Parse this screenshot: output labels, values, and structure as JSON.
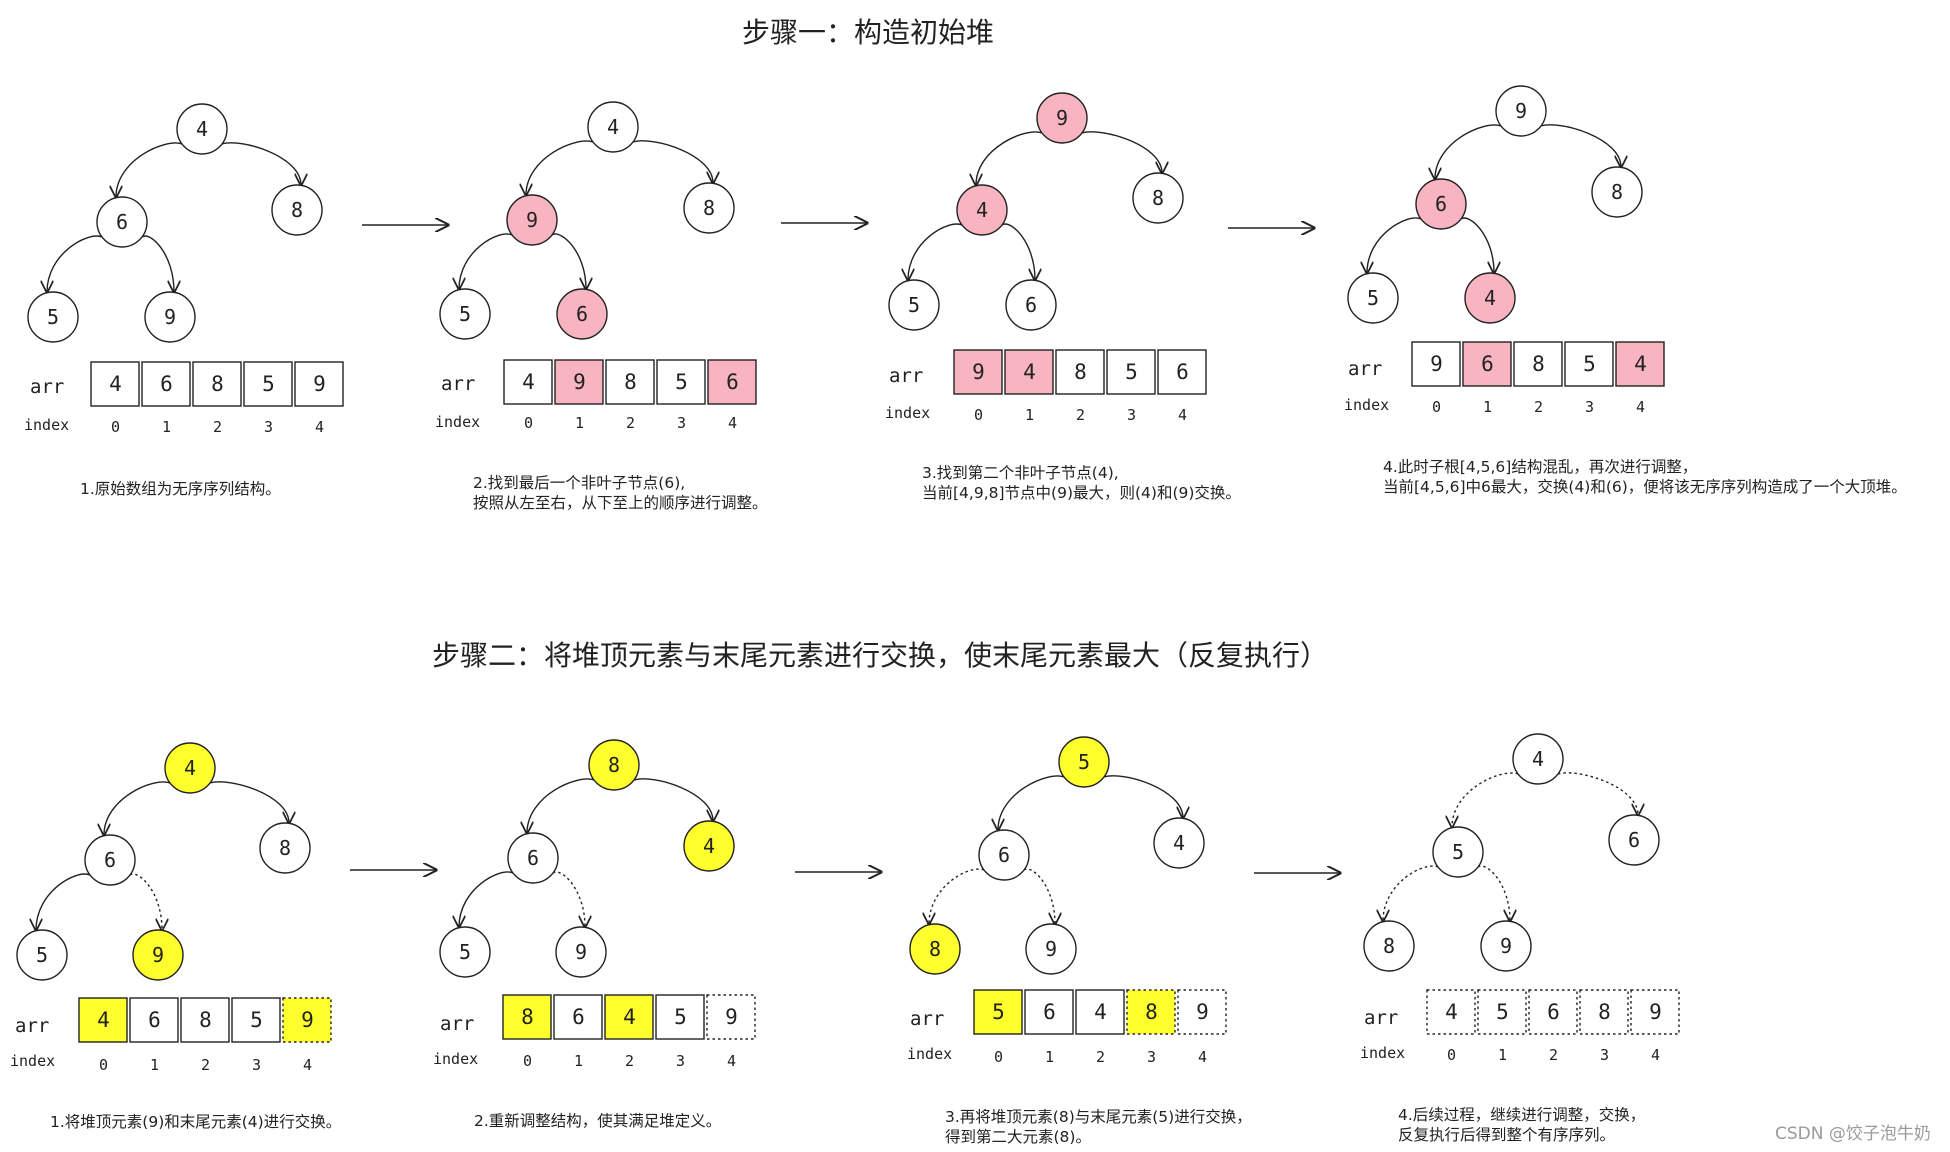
{
  "titles": [
    "步骤一：构造初始堆",
    "步骤二：将堆顶元素与末尾元素进行交换，使末尾元素最大（反复执行）"
  ],
  "labels": {
    "arr": "arr",
    "index": "index"
  },
  "indices": [
    "0",
    "1",
    "2",
    "3",
    "4"
  ],
  "colors": {
    "pink": "#f8b4c0",
    "yellow": "#ffff2e",
    "white": "#ffffff",
    "stroke": "#222222"
  },
  "watermark": "CSDN @饺子泡牛奶",
  "panels": [
    {
      "row": 0,
      "nodes": [
        {
          "v": "4",
          "fill": "white"
        },
        {
          "v": "6",
          "fill": "white"
        },
        {
          "v": "8",
          "fill": "white"
        },
        {
          "v": "5",
          "fill": "white"
        },
        {
          "v": "9",
          "fill": "white"
        }
      ],
      "edges": [
        {
          "from": 0,
          "to": 1,
          "style": "solid"
        },
        {
          "from": 0,
          "to": 2,
          "style": "solid"
        },
        {
          "from": 1,
          "to": 3,
          "style": "solid"
        },
        {
          "from": 1,
          "to": 4,
          "style": "solid"
        }
      ],
      "arr": [
        {
          "v": "4",
          "fill": "white",
          "style": "solid"
        },
        {
          "v": "6",
          "fill": "white",
          "style": "solid"
        },
        {
          "v": "8",
          "fill": "white",
          "style": "solid"
        },
        {
          "v": "5",
          "fill": "white",
          "style": "solid"
        },
        {
          "v": "9",
          "fill": "white",
          "style": "solid"
        }
      ],
      "caption": [
        "1.原始数组为无序序列结构。"
      ]
    },
    {
      "row": 0,
      "nodes": [
        {
          "v": "4",
          "fill": "white"
        },
        {
          "v": "9",
          "fill": "pink"
        },
        {
          "v": "8",
          "fill": "white"
        },
        {
          "v": "5",
          "fill": "white"
        },
        {
          "v": "6",
          "fill": "pink"
        }
      ],
      "edges": [
        {
          "from": 0,
          "to": 1,
          "style": "solid"
        },
        {
          "from": 0,
          "to": 2,
          "style": "solid"
        },
        {
          "from": 1,
          "to": 3,
          "style": "solid"
        },
        {
          "from": 1,
          "to": 4,
          "style": "solid"
        }
      ],
      "arr": [
        {
          "v": "4",
          "fill": "white",
          "style": "solid"
        },
        {
          "v": "9",
          "fill": "pink",
          "style": "solid"
        },
        {
          "v": "8",
          "fill": "white",
          "style": "solid"
        },
        {
          "v": "5",
          "fill": "white",
          "style": "solid"
        },
        {
          "v": "6",
          "fill": "pink",
          "style": "solid"
        }
      ],
      "caption": [
        "2.找到最后一个非叶子节点(6),",
        "按照从左至右，从下至上的顺序进行调整。"
      ]
    },
    {
      "row": 0,
      "nodes": [
        {
          "v": "9",
          "fill": "pink"
        },
        {
          "v": "4",
          "fill": "pink"
        },
        {
          "v": "8",
          "fill": "white"
        },
        {
          "v": "5",
          "fill": "white"
        },
        {
          "v": "6",
          "fill": "white"
        }
      ],
      "edges": [
        {
          "from": 0,
          "to": 1,
          "style": "solid"
        },
        {
          "from": 0,
          "to": 2,
          "style": "solid"
        },
        {
          "from": 1,
          "to": 3,
          "style": "solid"
        },
        {
          "from": 1,
          "to": 4,
          "style": "solid"
        }
      ],
      "arr": [
        {
          "v": "9",
          "fill": "pink",
          "style": "solid"
        },
        {
          "v": "4",
          "fill": "pink",
          "style": "solid"
        },
        {
          "v": "8",
          "fill": "white",
          "style": "solid"
        },
        {
          "v": "5",
          "fill": "white",
          "style": "solid"
        },
        {
          "v": "6",
          "fill": "white",
          "style": "solid"
        }
      ],
      "caption": [
        "3.找到第二个非叶子节点(4),",
        "当前[4,9,8]节点中(9)最大，则(4)和(9)交换。"
      ]
    },
    {
      "row": 0,
      "nodes": [
        {
          "v": "9",
          "fill": "white"
        },
        {
          "v": "6",
          "fill": "pink"
        },
        {
          "v": "8",
          "fill": "white"
        },
        {
          "v": "5",
          "fill": "white"
        },
        {
          "v": "4",
          "fill": "pink"
        }
      ],
      "edges": [
        {
          "from": 0,
          "to": 1,
          "style": "solid"
        },
        {
          "from": 0,
          "to": 2,
          "style": "solid"
        },
        {
          "from": 1,
          "to": 3,
          "style": "solid"
        },
        {
          "from": 1,
          "to": 4,
          "style": "solid"
        }
      ],
      "arr": [
        {
          "v": "9",
          "fill": "white",
          "style": "solid"
        },
        {
          "v": "6",
          "fill": "pink",
          "style": "solid"
        },
        {
          "v": "8",
          "fill": "white",
          "style": "solid"
        },
        {
          "v": "5",
          "fill": "white",
          "style": "solid"
        },
        {
          "v": "4",
          "fill": "pink",
          "style": "solid"
        }
      ],
      "caption": [
        "4.此时子根[4,5,6]结构混乱，再次进行调整，",
        "当前[4,5,6]中6最大，交换(4)和(6)，便将该无序序列构造成了一个大顶堆。"
      ]
    },
    {
      "row": 1,
      "nodes": [
        {
          "v": "4",
          "fill": "yellow"
        },
        {
          "v": "6",
          "fill": "white"
        },
        {
          "v": "8",
          "fill": "white"
        },
        {
          "v": "5",
          "fill": "white"
        },
        {
          "v": "9",
          "fill": "yellow"
        }
      ],
      "edges": [
        {
          "from": 0,
          "to": 1,
          "style": "solid"
        },
        {
          "from": 0,
          "to": 2,
          "style": "solid"
        },
        {
          "from": 1,
          "to": 3,
          "style": "solid"
        },
        {
          "from": 1,
          "to": 4,
          "style": "dotted"
        }
      ],
      "arr": [
        {
          "v": "4",
          "fill": "yellow",
          "style": "solid"
        },
        {
          "v": "6",
          "fill": "white",
          "style": "solid"
        },
        {
          "v": "8",
          "fill": "white",
          "style": "solid"
        },
        {
          "v": "5",
          "fill": "white",
          "style": "solid"
        },
        {
          "v": "9",
          "fill": "yellow",
          "style": "dotted"
        }
      ],
      "caption": [
        "1.将堆顶元素(9)和末尾元素(4)进行交换。"
      ]
    },
    {
      "row": 1,
      "nodes": [
        {
          "v": "8",
          "fill": "yellow"
        },
        {
          "v": "6",
          "fill": "white"
        },
        {
          "v": "4",
          "fill": "yellow"
        },
        {
          "v": "5",
          "fill": "white"
        },
        {
          "v": "9",
          "fill": "white"
        }
      ],
      "edges": [
        {
          "from": 0,
          "to": 1,
          "style": "solid"
        },
        {
          "from": 0,
          "to": 2,
          "style": "solid"
        },
        {
          "from": 1,
          "to": 3,
          "style": "solid"
        },
        {
          "from": 1,
          "to": 4,
          "style": "dotted"
        }
      ],
      "arr": [
        {
          "v": "8",
          "fill": "yellow",
          "style": "solid"
        },
        {
          "v": "6",
          "fill": "white",
          "style": "solid"
        },
        {
          "v": "4",
          "fill": "yellow",
          "style": "solid"
        },
        {
          "v": "5",
          "fill": "white",
          "style": "solid"
        },
        {
          "v": "9",
          "fill": "white",
          "style": "dotted"
        }
      ],
      "caption": [
        "2.重新调整结构，使其满足堆定义。"
      ]
    },
    {
      "row": 1,
      "nodes": [
        {
          "v": "5",
          "fill": "yellow"
        },
        {
          "v": "6",
          "fill": "white"
        },
        {
          "v": "4",
          "fill": "white"
        },
        {
          "v": "8",
          "fill": "yellow"
        },
        {
          "v": "9",
          "fill": "white"
        }
      ],
      "edges": [
        {
          "from": 0,
          "to": 1,
          "style": "solid"
        },
        {
          "from": 0,
          "to": 2,
          "style": "solid"
        },
        {
          "from": 1,
          "to": 3,
          "style": "dotted"
        },
        {
          "from": 1,
          "to": 4,
          "style": "dotted"
        }
      ],
      "arr": [
        {
          "v": "5",
          "fill": "yellow",
          "style": "solid"
        },
        {
          "v": "6",
          "fill": "white",
          "style": "solid"
        },
        {
          "v": "4",
          "fill": "white",
          "style": "solid"
        },
        {
          "v": "8",
          "fill": "yellow",
          "style": "dotted"
        },
        {
          "v": "9",
          "fill": "white",
          "style": "dotted"
        }
      ],
      "caption": [
        "3.再将堆顶元素(8)与末尾元素(5)进行交换，",
        "得到第二大元素(8)。"
      ]
    },
    {
      "row": 1,
      "nodes": [
        {
          "v": "4",
          "fill": "white"
        },
        {
          "v": "5",
          "fill": "white"
        },
        {
          "v": "6",
          "fill": "white"
        },
        {
          "v": "8",
          "fill": "white"
        },
        {
          "v": "9",
          "fill": "white"
        }
      ],
      "edges": [
        {
          "from": 0,
          "to": 1,
          "style": "dotted"
        },
        {
          "from": 0,
          "to": 2,
          "style": "dotted"
        },
        {
          "from": 1,
          "to": 3,
          "style": "dotted"
        },
        {
          "from": 1,
          "to": 4,
          "style": "dotted"
        }
      ],
      "arr": [
        {
          "v": "4",
          "fill": "white",
          "style": "dotted"
        },
        {
          "v": "5",
          "fill": "white",
          "style": "dotted"
        },
        {
          "v": "6",
          "fill": "white",
          "style": "dotted"
        },
        {
          "v": "8",
          "fill": "white",
          "style": "dotted"
        },
        {
          "v": "9",
          "fill": "white",
          "style": "dotted"
        }
      ],
      "caption": [
        "4.后续过程，继续进行调整，交换，",
        "反复执行后得到整个有序序列。"
      ]
    }
  ]
}
